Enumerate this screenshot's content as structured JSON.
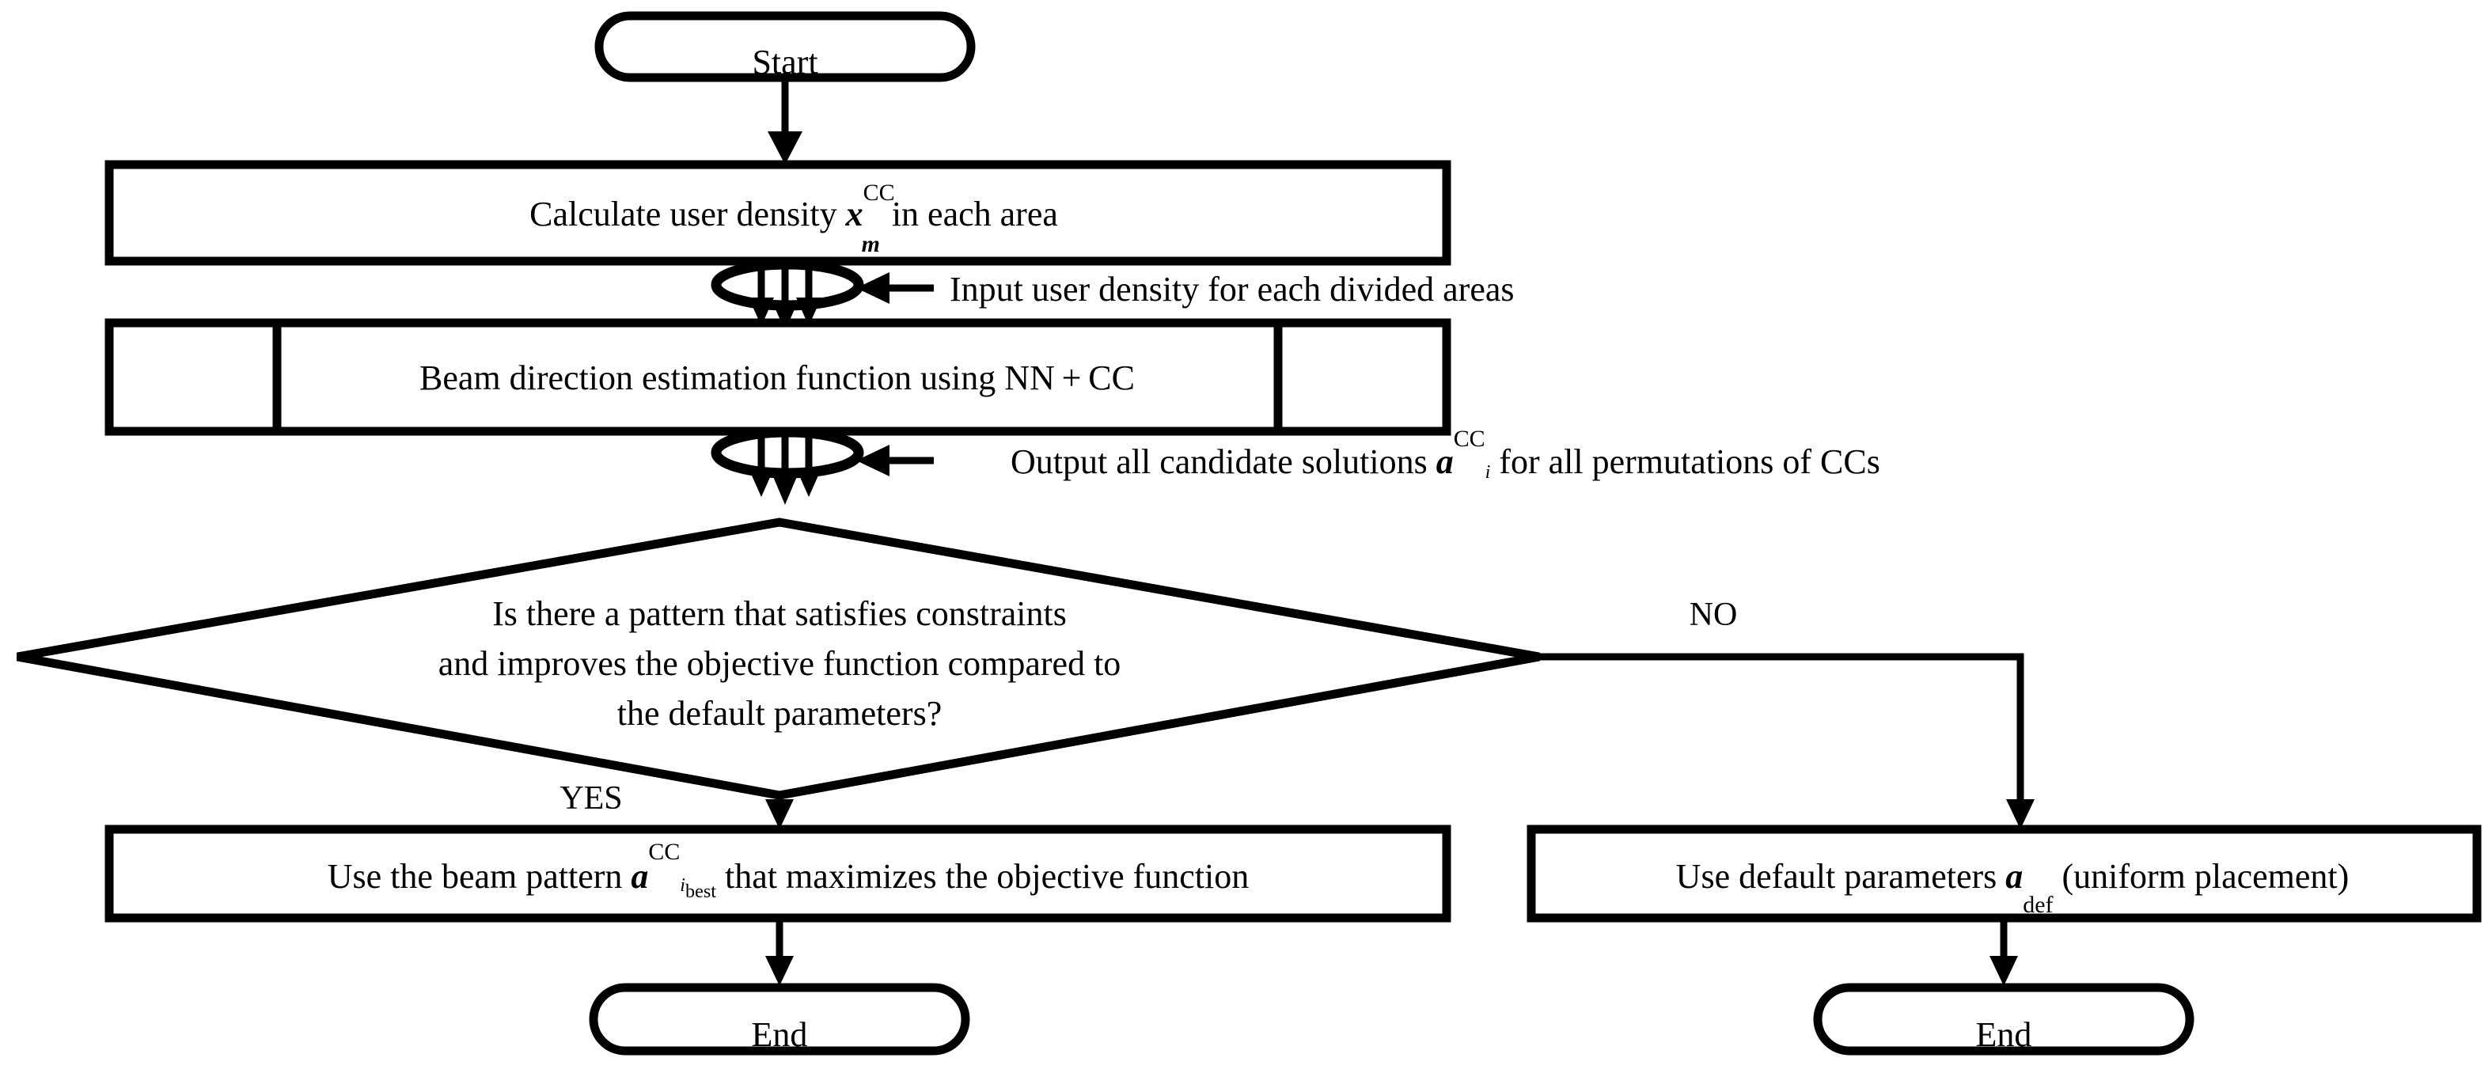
{
  "diagram": {
    "title": "Beam direction estimation flowchart",
    "colors": {
      "stroke": "#000000",
      "background": "#ffffff",
      "text": "#000000"
    },
    "nodes": {
      "start": {
        "label": "Start",
        "shape": "terminator"
      },
      "calculate_density": {
        "shape": "process",
        "text_before": "Calculate user density ",
        "symbol_base": "x",
        "symbol_sub": "m",
        "symbol_sup": "CC",
        "text_after": " in each area",
        "plain": "Calculate user density x_m^CC in each area"
      },
      "beam_function": {
        "shape": "predefined-process",
        "label": "Beam direction estimation function using NN + CC",
        "plain": "Beam direction estimation function using NN + CC"
      },
      "decision": {
        "shape": "decision",
        "lines": [
          "Is there a pattern that satisfies constraints",
          "and improves the objective function compared to",
          "the default parameters?"
        ]
      },
      "use_beam_pattern": {
        "shape": "process",
        "text_before": "Use the beam pattern ",
        "symbol_base": "a",
        "symbol_sup": "CC",
        "symbol_supsub": "i",
        "symbol_supsub2": "best",
        "text_after": " that maximizes the objective function",
        "plain": "Use the beam pattern a^CC_i_best that maximizes the objective function"
      },
      "use_default": {
        "shape": "process",
        "text_before": "Use default parameters ",
        "symbol_base": "a",
        "symbol_sub": "def",
        "text_after": " (uniform placement)",
        "plain": "Use default parameters a_def (uniform placement)"
      },
      "end_left": {
        "label": "End",
        "shape": "terminator"
      },
      "end_right": {
        "label": "End",
        "shape": "terminator"
      }
    },
    "annotations": {
      "input_density": {
        "label": "Input user density for each divided areas"
      },
      "output_candidates": {
        "text_before": "Output all candidate solutions ",
        "symbol_base": "a",
        "symbol_sup": "CC",
        "symbol_supsub": "i",
        "text_after": " for all permutations of CCs",
        "plain": "Output all candidate solutions a^CC_i for all permutations of CCs"
      }
    },
    "branch_labels": {
      "yes": "YES",
      "no": "NO"
    },
    "connectors": [
      {
        "from": "start",
        "to": "calculate_density",
        "type": "arrow"
      },
      {
        "from": "calculate_density",
        "to": "beam_function",
        "type": "multi-arrow-loop",
        "count": 3
      },
      {
        "from": "beam_function",
        "to": "decision",
        "type": "multi-arrow-loop",
        "count": 3
      },
      {
        "from": "decision",
        "to": "use_beam_pattern",
        "type": "arrow",
        "label": "YES"
      },
      {
        "from": "decision",
        "to": "use_default",
        "type": "elbow-arrow",
        "label": "NO"
      },
      {
        "from": "use_beam_pattern",
        "to": "end_left",
        "type": "arrow"
      },
      {
        "from": "use_default",
        "to": "end_right",
        "type": "arrow"
      }
    ]
  }
}
